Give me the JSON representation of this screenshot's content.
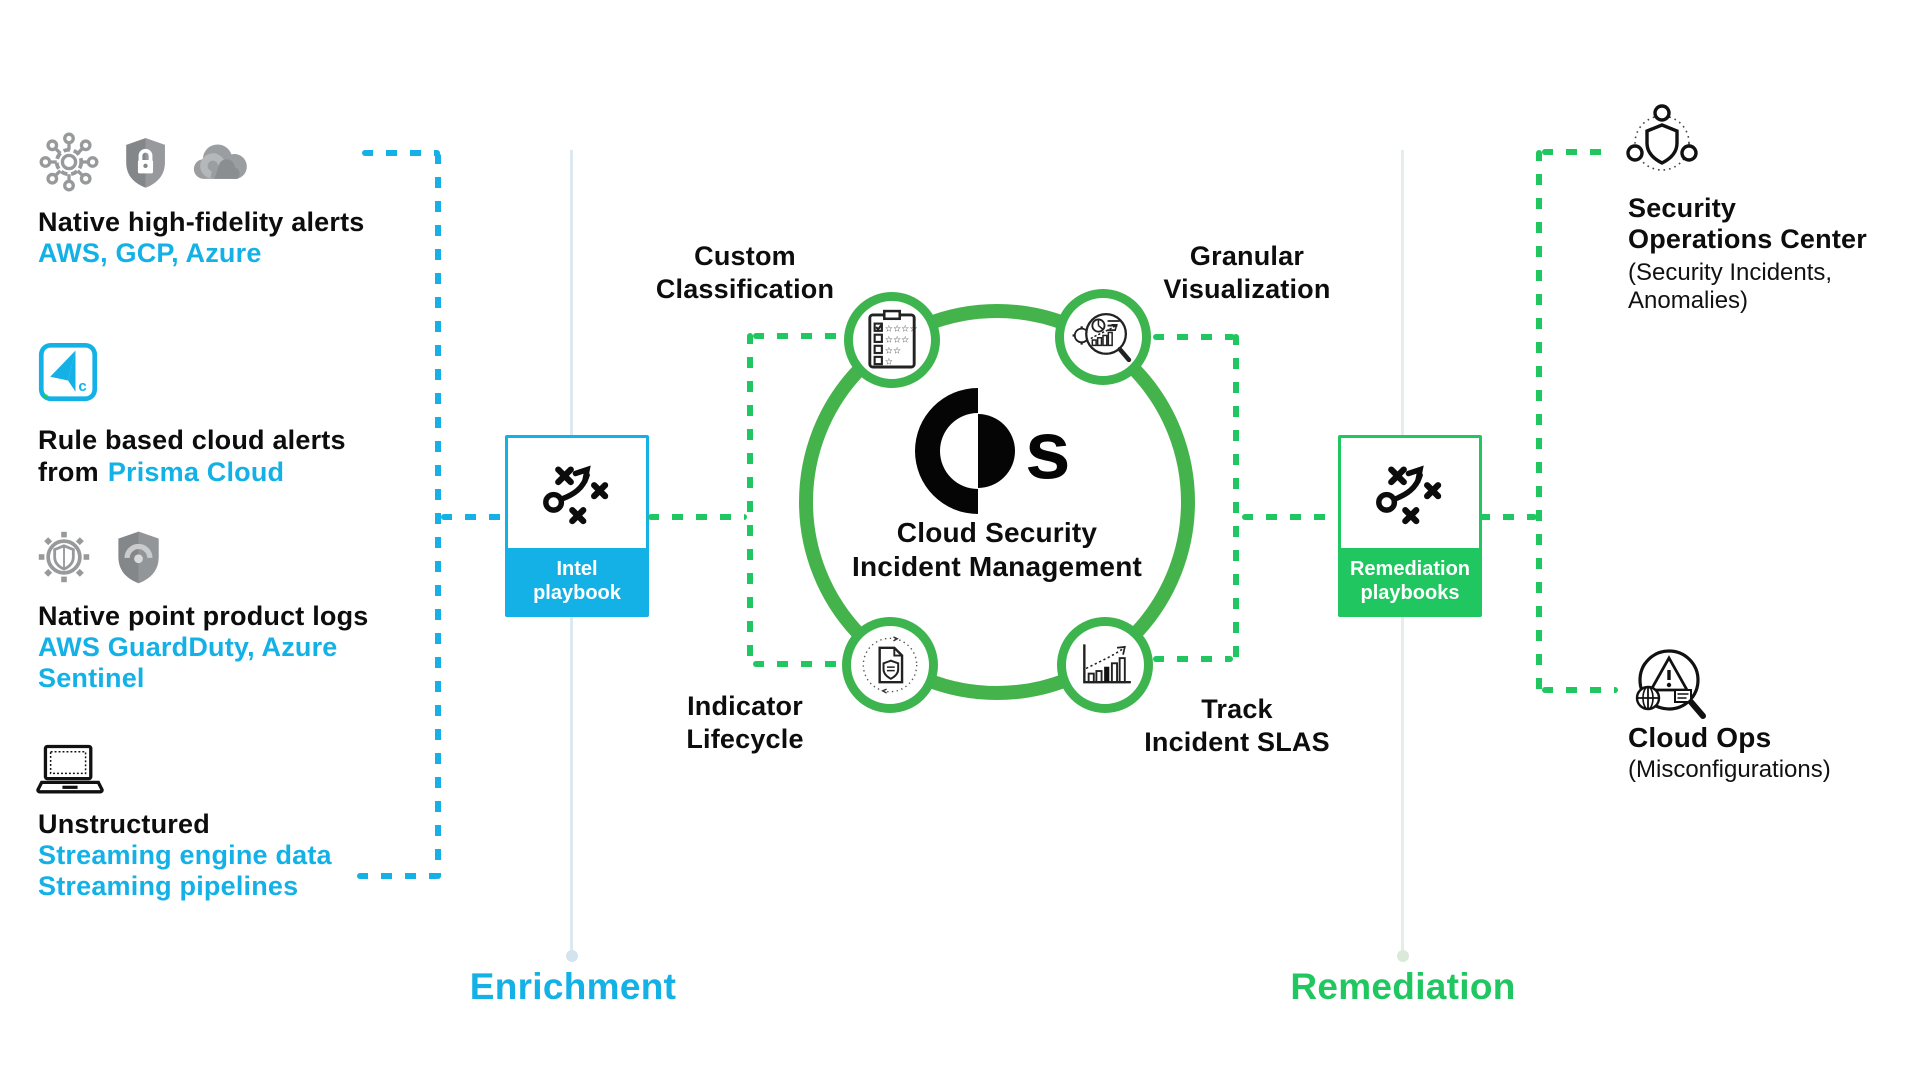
{
  "colors": {
    "cyan": "#14b1e6",
    "green": "#20c65f",
    "ring_green": "#45b34b",
    "icon_gray": "#8f9294",
    "text_black": "#0d0d0d"
  },
  "icons": {
    "network-hub-icon": "connected nodes hub",
    "shield-lock-icon": "shield with padlock",
    "gcp-cloud-icon": "cloud",
    "prisma-cloud-icon": "prisma arrow in rounded square",
    "gear-shield-icon": "gear with shield",
    "sentinel-shield-icon": "shield with radar",
    "laptop-icon": "laptop",
    "playbook-strategy-icon": "tactics crosses and arrow",
    "custom-classification-icon": "checklist with star ratings",
    "granular-visualization-icon": "magnifier over charts",
    "indicator-lifecycle-icon": "document with shield in dotted cycle",
    "track-incident-slas-icon": "rising bar chart with trend arrow",
    "soc-icon": "shield with orbit nodes",
    "cloud-ops-icon": "magnifier over cloud warning"
  },
  "sources": {
    "s1": {
      "title": "Native high-fidelity alerts",
      "subtitle": "AWS, GCP, Azure"
    },
    "s2": {
      "title": "Rule based cloud alerts",
      "line2_prefix": "from",
      "line2_highlight": "Prisma Cloud"
    },
    "s3": {
      "title": "Native point product logs",
      "subtitle_line1": "AWS GuardDuty, Azure",
      "subtitle_line2": "Sentinel"
    },
    "s4": {
      "title": "Unstructured",
      "subtitle_line1": "Streaming engine data",
      "subtitle_line2": "Streaming pipelines"
    }
  },
  "enrichment": {
    "box_label": "Intel playbook",
    "section_label": "Enrichment"
  },
  "remediation": {
    "box_label": "Remediation playbooks",
    "section_label": "Remediation"
  },
  "platform": {
    "logo_letter": "s",
    "title_line1": "Cloud Security",
    "title_line2": "Incident Management",
    "features": {
      "top_left": {
        "line1": "Custom",
        "line2": "Classification"
      },
      "top_right": {
        "line1": "Granular",
        "line2": "Visualization"
      },
      "bottom_left": {
        "line1": "Indicator",
        "line2": "Lifecycle"
      },
      "bottom_right": {
        "line1": "Track",
        "line2": "Incident SLAS"
      }
    }
  },
  "destinations": {
    "soc": {
      "title_line1": "Security",
      "title_line2": "Operations Center",
      "subtitle_line1": "(Security Incidents,",
      "subtitle_line2": "Anomalies)"
    },
    "cloud_ops": {
      "title": "Cloud Ops",
      "subtitle": "(Misconfigurations)"
    }
  }
}
